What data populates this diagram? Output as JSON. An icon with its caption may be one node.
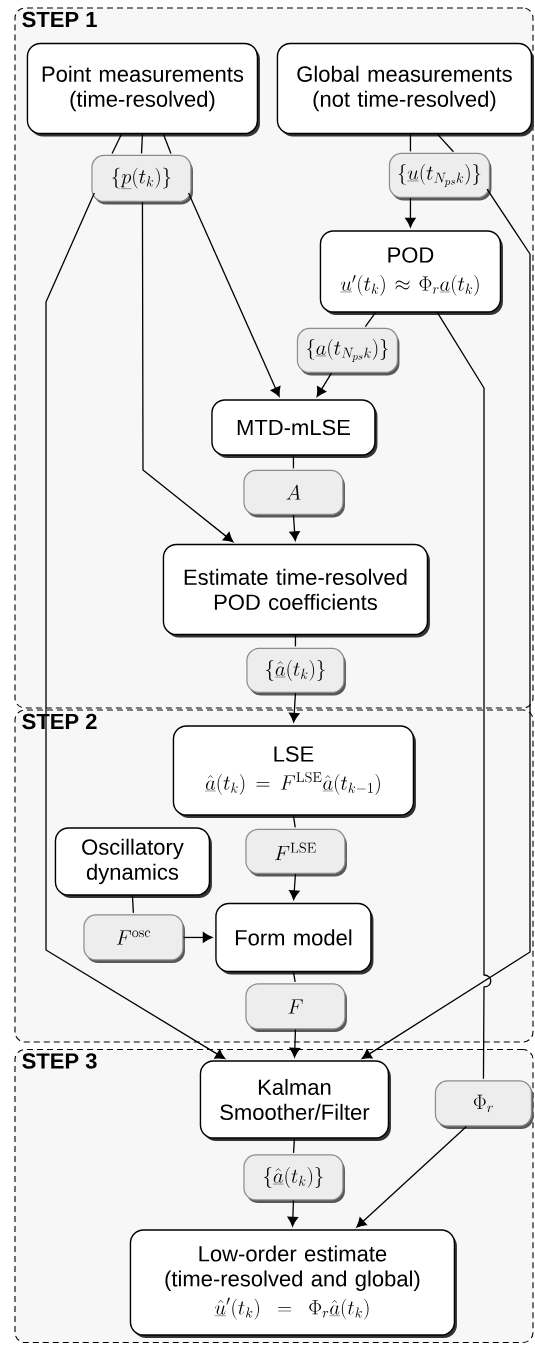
{
  "diagram": {
    "nodes": [
      {
        "text": [
          "STEP 1"
        ]
      },
      {
        "text": [
          "Point measurements (time-resolved)"
        ],
        "in": 0
      },
      {
        "text": [
          "Global measurements (not time-resolved)"
        ],
        "in": 0
      },
      {
        "text": [
          "\\{\\underline{p}(t_k)\\}"
        ],
        "in": 0
      },
      {
        "text": [
          "\\{\\underline{u}(t_{N_{ps}k})\\}"
        ],
        "in": 0
      },
      {
        "text": [
          "POD",
          "\\underline{u}'(t_k) \\approx \\Phi_r\\underline{a}(t_k)"
        ],
        "in": 0
      },
      {
        "text": [
          "\\{\\underline{a}(t_{N_{ps}k})\\}"
        ],
        "in": 0
      },
      {
        "text": [
          "MTD-mLSE"
        ],
        "in": 0
      },
      {
        "text": [
          "A"
        ],
        "in": 0
      },
      {
        "text": [
          "Estimate time-resolved POD coefficients"
        ],
        "in": 0
      },
      {
        "text": [
          "\\{\\underline{\\hat{a}}(t_k)\\}"
        ],
        "in": 0
      },
      {
        "text": [
          "STEP 2"
        ]
      },
      {
        "text": [
          "LSE",
          "\\underline{\\hat{a}}(t_k) = F^{\\mathrm{LSE}}\\underline{\\hat{a}}(t_{k-1})"
        ],
        "in": 11
      },
      {
        "text": [
          "Oscillatory dynamics"
        ],
        "in": 11
      },
      {
        "text": [
          "F^{\\mathrm{LSE}}"
        ],
        "in": 11
      },
      {
        "text": [
          "F^{\\mathrm{osc}}"
        ],
        "in": 11
      },
      {
        "text": [
          "Form model"
        ],
        "in": 11
      },
      {
        "text": [
          "F"
        ],
        "in": 11
      },
      {
        "text": [
          "STEP 3"
        ]
      },
      {
        "text": [
          "Kalman Smoother/Filter"
        ],
        "in": 18
      },
      {
        "text": [
          "\\Phi_r"
        ],
        "in": 18
      },
      {
        "text": [
          "\\{\\underline{\\hat{a}}(t_k)\\}"
        ],
        "in": 18
      },
      {
        "text": [
          "Low-order estimate (time-resolved and global)",
          "\\underline{\\hat{u}}'(t_k) = \\Phi_r\\underline{\\hat{a}}(t_k)"
        ],
        "in": 18
      }
    ],
    "edges": [
      {
        "from": 1,
        "to": 3,
        "arrow": "none"
      },
      {
        "from": 1,
        "to": 3,
        "arrow": "none"
      },
      {
        "from": 1,
        "to": 3,
        "arrow": "none"
      },
      {
        "from": 3,
        "to": 19,
        "arrow": "to"
      },
      {
        "from": 3,
        "to": 9,
        "arrow": "to"
      },
      {
        "from": 3,
        "to": 7,
        "arrow": "to"
      },
      {
        "from": 2,
        "to": 4,
        "arrow": "none"
      },
      {
        "from": 2,
        "to": 4,
        "arrow": "none"
      },
      {
        "from": 4,
        "to": 5,
        "arrow": "to"
      },
      {
        "from": 4,
        "to": 19,
        "arrow": "to"
      },
      {
        "from": 5,
        "to": 6,
        "arrow": "none"
      },
      {
        "from": 6,
        "to": 7,
        "arrow": "to"
      },
      {
        "from": 5,
        "to": 20,
        "arrow": "none"
      },
      {
        "from": 7,
        "to": 8,
        "arrow": "none"
      },
      {
        "from": 8,
        "to": 9,
        "arrow": "to"
      },
      {
        "from": 9,
        "to": 10,
        "arrow": "none"
      },
      {
        "from": 10,
        "to": 12,
        "arrow": "to"
      },
      {
        "from": 12,
        "to": 14,
        "arrow": "none"
      },
      {
        "from": 14,
        "to": 16,
        "arrow": "to"
      },
      {
        "from": 13,
        "to": 15,
        "arrow": "none"
      },
      {
        "from": 15,
        "to": 16,
        "arrow": "to"
      },
      {
        "from": 16,
        "to": 17,
        "arrow": "none"
      },
      {
        "from": 17,
        "to": 19,
        "arrow": "to"
      },
      {
        "from": 19,
        "to": 21,
        "arrow": "none"
      },
      {
        "from": 21,
        "to": 22,
        "arrow": "to"
      },
      {
        "from": 20,
        "to": 22,
        "arrow": "to"
      }
    ]
  }
}
